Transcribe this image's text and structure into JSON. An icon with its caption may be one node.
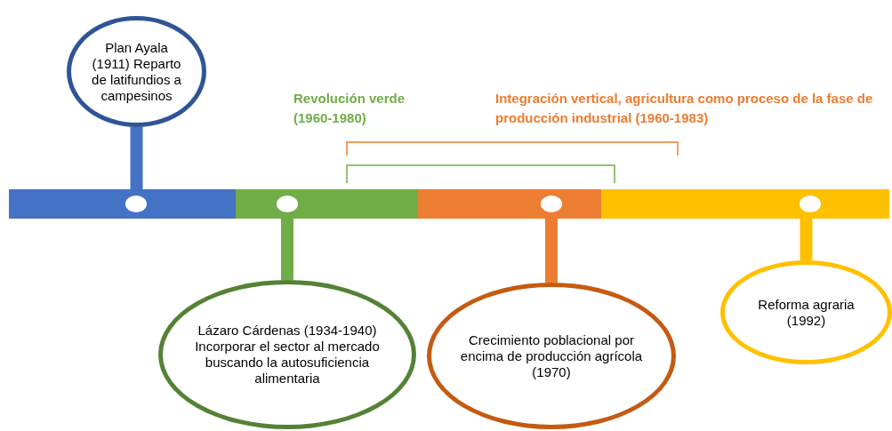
{
  "diagram": {
    "nodes": [
      {
        "text": [
          "Plan Ayala  (1911) Reparto de latifundios a campesinos"
        ]
      },
      {
        "text": [],
        "shape": "bar"
      },
      {
        "text": [],
        "shape": "bar"
      },
      {
        "text": [
          "Lázaro Cárdenas (1934-1940) Incorporar el sector al mercado buscando la autosuficiencia alimentaria"
        ]
      },
      {
        "text": [],
        "shape": "bar"
      },
      {
        "text": [
          "Crecimiento poblacional por encima de producción agrícola (1970)"
        ]
      },
      {
        "text": [],
        "shape": "bar"
      },
      {
        "text": [
          "Reforma agraria (1992)"
        ]
      }
    ],
    "edges": [
      {
        "from": 0,
        "to": 1,
        "arrow": "none",
        "color": "#4472c4"
      },
      {
        "from": 3,
        "to": 2,
        "arrow": "none",
        "color": "#70ad47"
      },
      {
        "from": 5,
        "to": 4,
        "arrow": "none",
        "color": "#ed7d31"
      },
      {
        "from": 7,
        "to": 6,
        "arrow": "none",
        "color": "#ffc000"
      }
    ],
    "labels": [
      "Revolución verde (1960-1980)",
      "Integración vertical, agricultura como proceso de la fase de producción industrial (1960-1983)"
    ]
  }
}
